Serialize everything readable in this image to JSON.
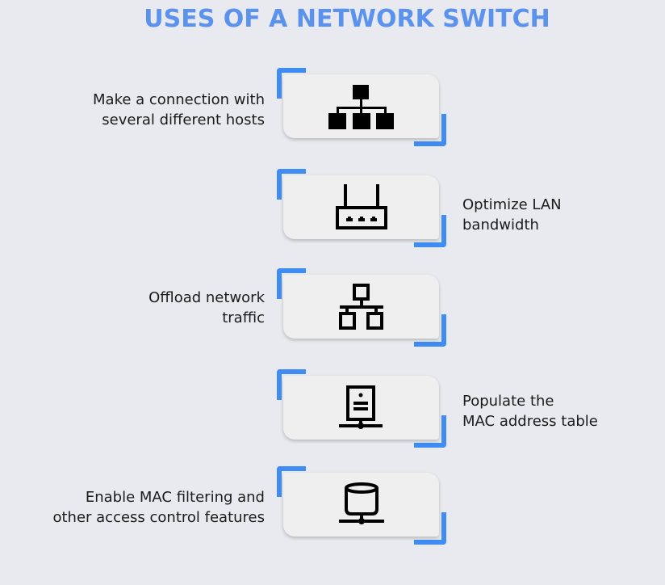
{
  "title": "USES OF A NETWORK SWITCH",
  "colors": {
    "title": "#5b92ee",
    "accent_bracket": "#3f8cf3",
    "background": "#e9eaef",
    "card": "#efeff0",
    "text": "#1b1b1b"
  },
  "items": [
    {
      "icon": "hierarchy-icon",
      "side": "left",
      "lines": [
        "Make a connection with",
        "several different hosts"
      ]
    },
    {
      "icon": "router-icon",
      "side": "right",
      "lines": [
        "Optimize LAN",
        "bandwidth"
      ]
    },
    {
      "icon": "network-icon",
      "side": "left",
      "lines": [
        "Offload network",
        "traffic"
      ]
    },
    {
      "icon": "server-icon",
      "side": "right",
      "lines": [
        "Populate the",
        "MAC address table"
      ]
    },
    {
      "icon": "database-network-icon",
      "side": "left",
      "lines": [
        "Enable MAC filtering and",
        "other access control features"
      ]
    }
  ]
}
